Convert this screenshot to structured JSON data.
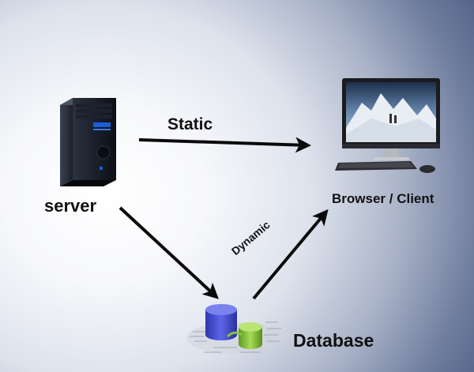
{
  "labels": {
    "static": "Static",
    "server": "server",
    "browser_client": "Browser / Client",
    "dynamic": "Dynamic",
    "database": "Database"
  },
  "nodes": [
    {
      "id": "server",
      "icon": "server-tower-icon",
      "label": "server"
    },
    {
      "id": "browser",
      "icon": "desktop-computer-icon",
      "label": "Browser / Client"
    },
    {
      "id": "database",
      "icon": "database-cylinders-icon",
      "label": "Database"
    }
  ],
  "edges": [
    {
      "from": "server",
      "to": "browser",
      "label": "Static"
    },
    {
      "from": "server",
      "to": "database",
      "label": ""
    },
    {
      "from": "database",
      "to": "browser",
      "label": "Dynamic"
    }
  ],
  "colors": {
    "arrow": "#0a0a0a",
    "server_body": "#12151d",
    "server_accent": "#1a5fd8",
    "monitor_frame": "#1b1b1f",
    "database_blue": "#4a52d6",
    "database_green": "#84c43c"
  }
}
